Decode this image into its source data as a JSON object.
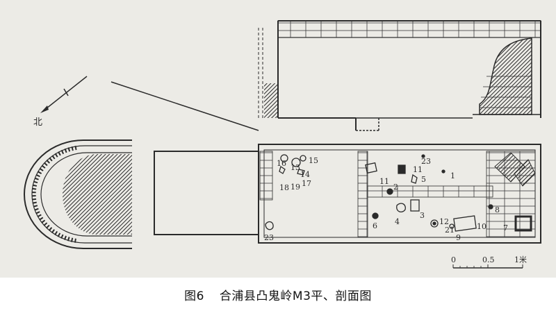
{
  "caption": {
    "figure_no": "图6",
    "title": "合浦县凸鬼岭M3平、剖面图"
  },
  "north_arrow": {
    "label": "北",
    "icon": "north-arrow-icon"
  },
  "scale_bar": {
    "ticks": [
      "0",
      "0.5",
      "1米"
    ]
  },
  "object_labels": [
    "1",
    "2",
    "3",
    "4",
    "5",
    "6",
    "7",
    "8",
    "9",
    "10",
    "11",
    "11",
    "12",
    "13",
    "14",
    "15",
    "16",
    "17",
    "18",
    "19",
    "21",
    "23",
    "23"
  ],
  "colors": {
    "ink": "#2a2a2a",
    "paper": "#ecebe6",
    "hatch": "#3a3a3a"
  }
}
